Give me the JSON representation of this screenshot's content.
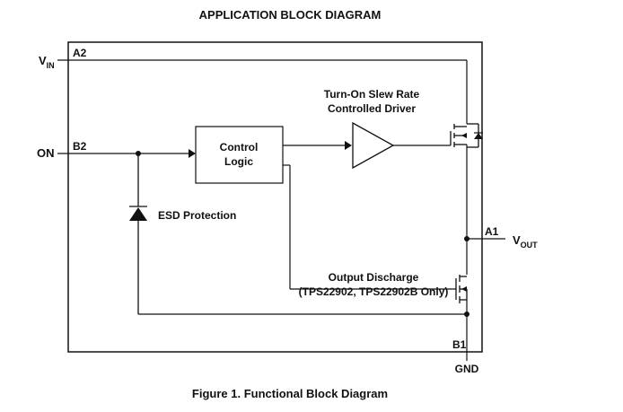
{
  "header": {
    "title": "APPLICATION BLOCK DIAGRAM"
  },
  "caption": "Figure 1. Functional Block Diagram",
  "pins": {
    "vin": {
      "name": "V",
      "sub": "IN",
      "id": "A2"
    },
    "on": {
      "name": "ON",
      "id": "B2"
    },
    "vout": {
      "name": "V",
      "sub": "OUT",
      "id": "A1"
    },
    "gnd": {
      "name": "GND",
      "id": "B1"
    }
  },
  "blocks": {
    "control_logic": {
      "line1": "Control",
      "line2": "Logic"
    },
    "driver": {
      "line1": "Turn-On Slew Rate",
      "line2": "Controlled Driver"
    },
    "esd": {
      "label": "ESD Protection"
    },
    "discharge": {
      "line1": "Output Discharge",
      "line2": "(TPS22902, TPS22902B Only)"
    }
  }
}
